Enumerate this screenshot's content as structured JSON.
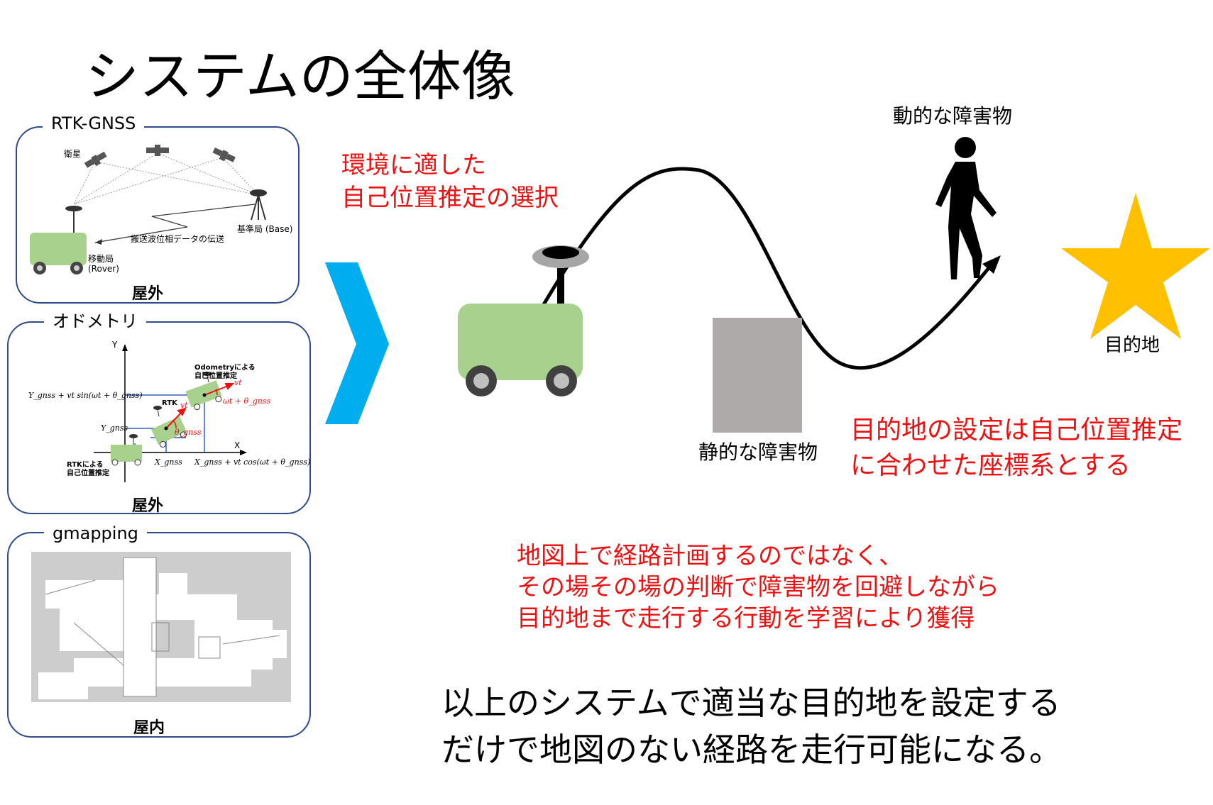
{
  "title": "システムの全体像",
  "panels": {
    "rtk": {
      "label": "RTK-GNSS",
      "location": "屋外",
      "satellite_label": "衛星",
      "base_label": "基準局 (Base)",
      "transmission_label": "搬送波位相データの伝送",
      "rover_label_1": "移動局",
      "rover_label_2": "(Rover)"
    },
    "odometry": {
      "label": "オドメトリ",
      "location": "屋外",
      "y_axis": "Y",
      "x_axis": "X",
      "odo_est_1": "Odometryによる",
      "odo_est_2": "自己位置推定",
      "rtk_est_1": "RTKによる",
      "rtk_est_2": "自己位置推定",
      "rtk_tag": "RTK",
      "y_top": "Y_gnss + vt sin(ωt + θ_gnss)",
      "y_mid": "Y_gnss",
      "x_mid": "X_gnss",
      "x_right": "X_gnss + vt cos(ωt + θ_gnss)",
      "vt": "vt",
      "omega_theta": "ωt + θ_gnss",
      "theta": "θ_gnss"
    },
    "gmapping": {
      "label": "gmapping",
      "location": "屋内"
    }
  },
  "scene": {
    "selection_line1": "環境に適した",
    "selection_line2": "自己位置推定の選択",
    "dynamic_obstacle": "動的な障害物",
    "static_obstacle": "静的な障害物",
    "goal": "目的地",
    "goal_note_line1": "目的地の設定は自己位置推定",
    "goal_note_line2": "に合わせた座標系とする",
    "learn_line1": "地図上で経路計画するのではなく、",
    "learn_line2": "その場その場の判断で障害物を回避しながら",
    "learn_line3": "目的地まで走行する行動を学習により獲得",
    "summary_line1": "以上のシステムで適当な目的地を設定する",
    "summary_line2": "だけで地図のない経路を走行可能になる。"
  },
  "colors": {
    "panel_border": "#2e4a8a",
    "accent_red": "#ee1111",
    "chevron": "#00aeef",
    "robot_green": "#a9d18e",
    "star": "#ffc000",
    "obstacle": "#aeaaaa"
  }
}
